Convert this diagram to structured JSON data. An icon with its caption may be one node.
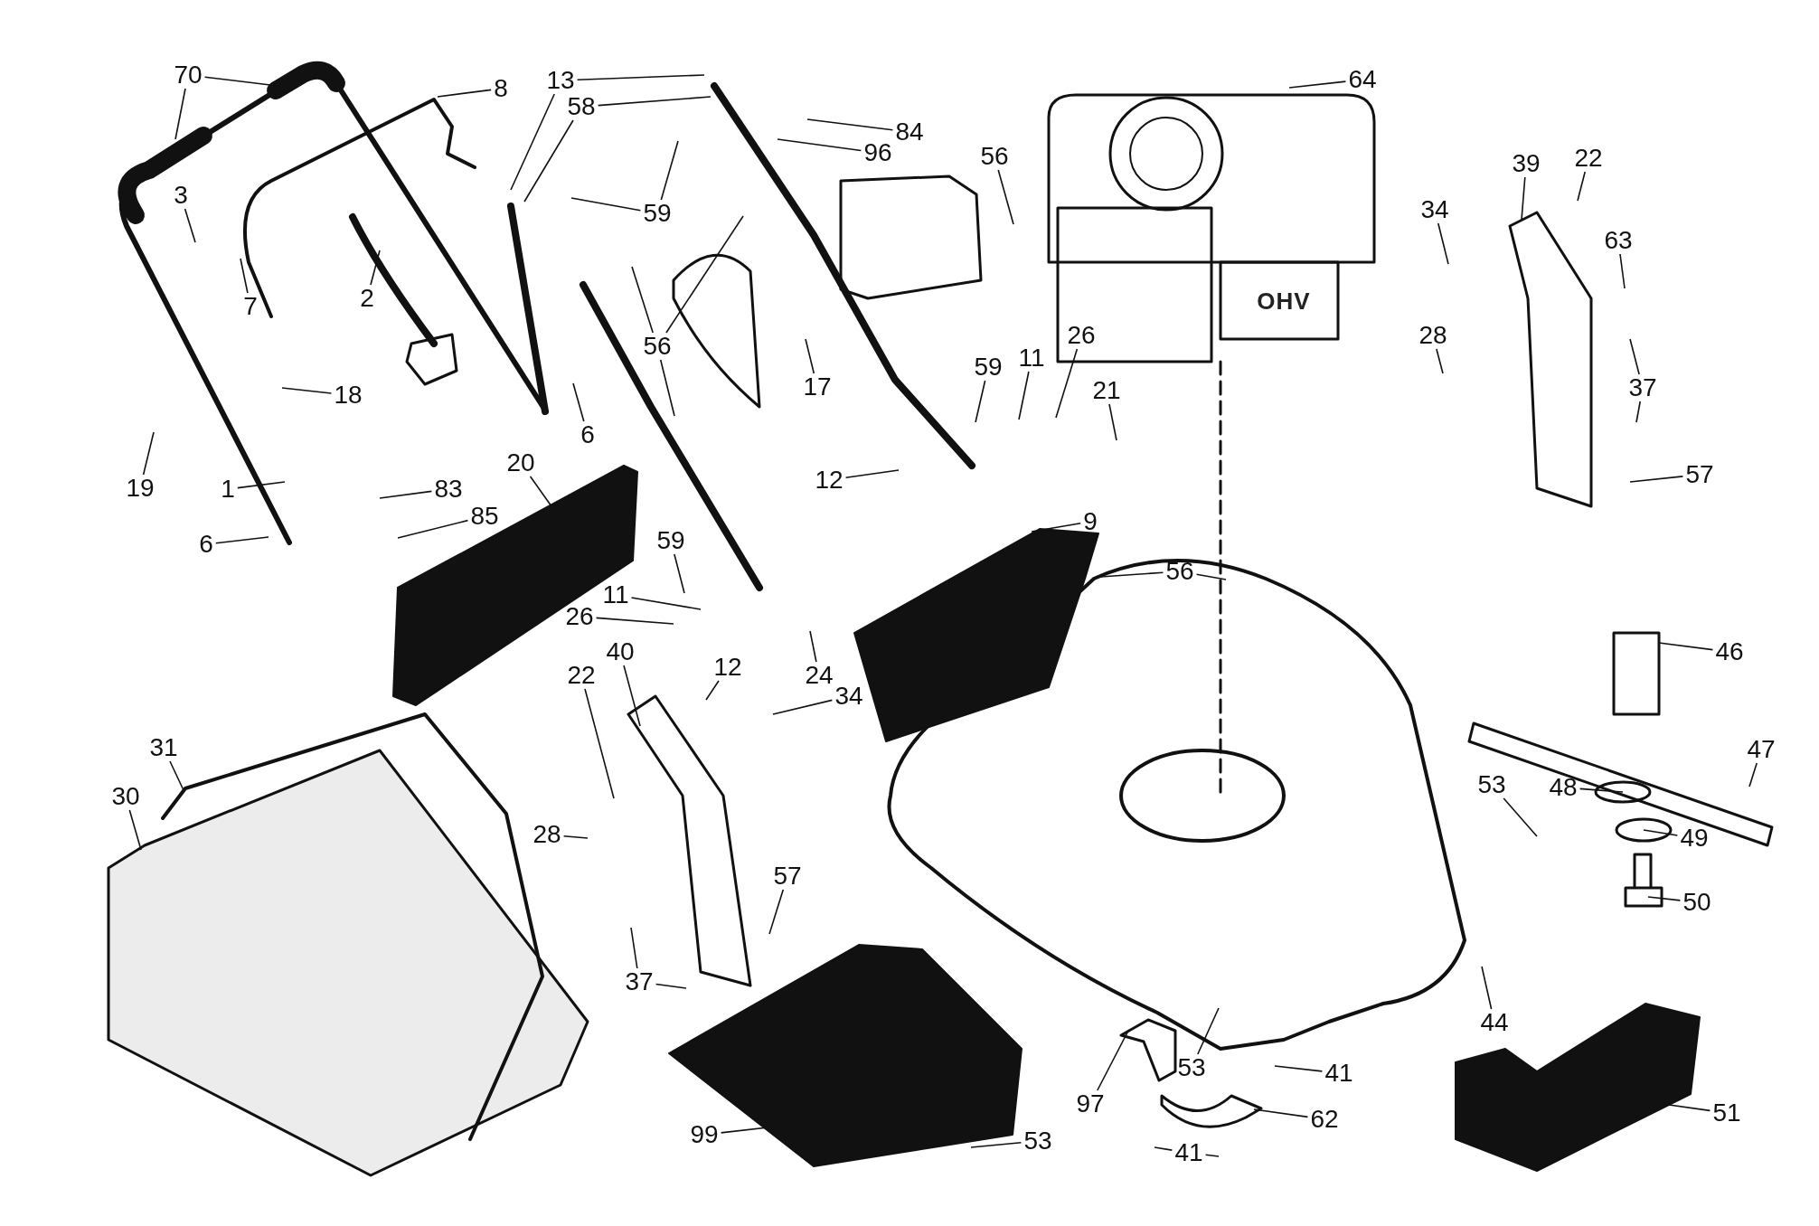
{
  "diagram": {
    "nodes": [
      {
        "text": [
          "70"
        ]
      },
      {
        "text": [
          "8"
        ]
      },
      {
        "text": [
          "13"
        ]
      },
      {
        "text": [
          "58"
        ]
      },
      {
        "text": [
          "64"
        ]
      },
      {
        "text": [
          "84"
        ]
      },
      {
        "text": [
          "96"
        ]
      },
      {
        "text": [
          "56"
        ]
      },
      {
        "text": [
          "39"
        ]
      },
      {
        "text": [
          "22"
        ]
      },
      {
        "text": [
          "3"
        ]
      },
      {
        "text": [
          "59"
        ]
      },
      {
        "text": [
          "34"
        ]
      },
      {
        "text": [
          "63"
        ]
      },
      {
        "text": [
          "2"
        ]
      },
      {
        "text": [
          "7"
        ]
      },
      {
        "text": [
          "56"
        ]
      },
      {
        "text": [
          "17"
        ]
      },
      {
        "text": [
          "28"
        ]
      },
      {
        "text": [
          "26"
        ]
      },
      {
        "text": [
          "11"
        ]
      },
      {
        "text": [
          "59"
        ]
      },
      {
        "text": [
          "21"
        ]
      },
      {
        "text": [
          "18"
        ]
      },
      {
        "text": [
          "37"
        ]
      },
      {
        "text": [
          "6"
        ]
      },
      {
        "text": [
          "20"
        ]
      },
      {
        "text": [
          "12"
        ]
      },
      {
        "text": [
          "57"
        ]
      },
      {
        "text": [
          "19"
        ]
      },
      {
        "text": [
          "1"
        ]
      },
      {
        "text": [
          "83"
        ]
      },
      {
        "text": [
          "85"
        ]
      },
      {
        "text": [
          "9"
        ]
      },
      {
        "text": [
          "59"
        ]
      },
      {
        "text": [
          "6"
        ]
      },
      {
        "text": [
          "56"
        ]
      },
      {
        "text": [
          "11"
        ]
      },
      {
        "text": [
          "26"
        ]
      },
      {
        "text": [
          "46"
        ]
      },
      {
        "text": [
          "40"
        ]
      },
      {
        "text": [
          "12"
        ]
      },
      {
        "text": [
          "22"
        ]
      },
      {
        "text": [
          "24"
        ]
      },
      {
        "text": [
          "34"
        ]
      },
      {
        "text": [
          "31"
        ]
      },
      {
        "text": [
          "47"
        ]
      },
      {
        "text": [
          "53"
        ]
      },
      {
        "text": [
          "48"
        ]
      },
      {
        "text": [
          "30"
        ]
      },
      {
        "text": [
          "28"
        ]
      },
      {
        "text": [
          "49"
        ]
      },
      {
        "text": [
          "57"
        ]
      },
      {
        "text": [
          "50"
        ]
      },
      {
        "text": [
          "37"
        ]
      },
      {
        "text": [
          "44"
        ]
      },
      {
        "text": [
          "53"
        ]
      },
      {
        "text": [
          "41"
        ]
      },
      {
        "text": [
          "97"
        ]
      },
      {
        "text": [
          "51"
        ]
      },
      {
        "text": [
          "62"
        ]
      },
      {
        "text": [
          "99"
        ]
      },
      {
        "text": [
          "53"
        ]
      },
      {
        "text": [
          "41"
        ]
      }
    ],
    "edges": [
      {
        "from": 0,
        "to": null,
        "arrow": "none"
      },
      {
        "from": 0,
        "to": null,
        "arrow": "none"
      },
      {
        "from": 1,
        "to": null,
        "arrow": "none"
      },
      {
        "from": 2,
        "to": null,
        "arrow": "none"
      },
      {
        "from": 2,
        "to": null,
        "arrow": "none"
      },
      {
        "from": 3,
        "to": null,
        "arrow": "none"
      },
      {
        "from": 3,
        "to": null,
        "arrow": "none"
      },
      {
        "from": 4,
        "to": null,
        "arrow": "none"
      },
      {
        "from": 5,
        "to": null,
        "arrow": "none"
      },
      {
        "from": 6,
        "to": null,
        "arrow": "none"
      },
      {
        "from": 7,
        "to": null,
        "arrow": "none"
      },
      {
        "from": 8,
        "to": null,
        "arrow": "none"
      },
      {
        "from": 9,
        "to": null,
        "arrow": "none"
      },
      {
        "from": 10,
        "to": null,
        "arrow": "none"
      },
      {
        "from": 11,
        "to": null,
        "arrow": "none"
      },
      {
        "from": 11,
        "to": null,
        "arrow": "none"
      },
      {
        "from": 12,
        "to": null,
        "arrow": "none"
      },
      {
        "from": 13,
        "to": null,
        "arrow": "none"
      },
      {
        "from": 14,
        "to": null,
        "arrow": "none"
      },
      {
        "from": 15,
        "to": null,
        "arrow": "none"
      },
      {
        "from": 16,
        "to": null,
        "arrow": "none"
      },
      {
        "from": 16,
        "to": null,
        "arrow": "none"
      },
      {
        "from": 16,
        "to": null,
        "arrow": "none"
      },
      {
        "from": 17,
        "to": null,
        "arrow": "none"
      },
      {
        "from": 18,
        "to": null,
        "arrow": "none"
      },
      {
        "from": 19,
        "to": null,
        "arrow": "none"
      },
      {
        "from": 20,
        "to": null,
        "arrow": "none"
      },
      {
        "from": 21,
        "to": null,
        "arrow": "none"
      },
      {
        "from": 22,
        "to": null,
        "arrow": "none"
      },
      {
        "from": 23,
        "to": null,
        "arrow": "none"
      },
      {
        "from": 24,
        "to": null,
        "arrow": "none"
      },
      {
        "from": 24,
        "to": null,
        "arrow": "none"
      },
      {
        "from": 25,
        "to": null,
        "arrow": "none"
      },
      {
        "from": 26,
        "to": null,
        "arrow": "none"
      },
      {
        "from": 27,
        "to": null,
        "arrow": "none"
      },
      {
        "from": 28,
        "to": null,
        "arrow": "none"
      },
      {
        "from": 29,
        "to": null,
        "arrow": "none"
      },
      {
        "from": 30,
        "to": null,
        "arrow": "none"
      },
      {
        "from": 31,
        "to": null,
        "arrow": "none"
      },
      {
        "from": 32,
        "to": null,
        "arrow": "none"
      },
      {
        "from": 33,
        "to": null,
        "arrow": "none"
      },
      {
        "from": 34,
        "to": null,
        "arrow": "none"
      },
      {
        "from": 35,
        "to": null,
        "arrow": "none"
      },
      {
        "from": 36,
        "to": null,
        "arrow": "none"
      },
      {
        "from": 36,
        "to": null,
        "arrow": "none"
      },
      {
        "from": 37,
        "to": null,
        "arrow": "none"
      },
      {
        "from": 38,
        "to": null,
        "arrow": "none"
      },
      {
        "from": 39,
        "to": null,
        "arrow": "none"
      },
      {
        "from": 40,
        "to": null,
        "arrow": "none"
      },
      {
        "from": 41,
        "to": null,
        "arrow": "none"
      },
      {
        "from": 42,
        "to": null,
        "arrow": "none"
      },
      {
        "from": 43,
        "to": null,
        "arrow": "none"
      },
      {
        "from": 44,
        "to": null,
        "arrow": "none"
      },
      {
        "from": 45,
        "to": null,
        "arrow": "none"
      },
      {
        "from": 46,
        "to": null,
        "arrow": "none"
      },
      {
        "from": 47,
        "to": null,
        "arrow": "none"
      },
      {
        "from": 48,
        "to": null,
        "arrow": "none"
      },
      {
        "from": 49,
        "to": null,
        "arrow": "none"
      },
      {
        "from": 50,
        "to": null,
        "arrow": "none"
      },
      {
        "from": 51,
        "to": null,
        "arrow": "none"
      },
      {
        "from": 52,
        "to": null,
        "arrow": "none"
      },
      {
        "from": 53,
        "to": null,
        "arrow": "none"
      },
      {
        "from": 54,
        "to": null,
        "arrow": "none"
      },
      {
        "from": 54,
        "to": null,
        "arrow": "none"
      },
      {
        "from": 55,
        "to": null,
        "arrow": "none"
      },
      {
        "from": 56,
        "to": null,
        "arrow": "none"
      },
      {
        "from": 57,
        "to": null,
        "arrow": "none"
      },
      {
        "from": 58,
        "to": null,
        "arrow": "none"
      },
      {
        "from": 59,
        "to": null,
        "arrow": "none"
      },
      {
        "from": 60,
        "to": null,
        "arrow": "none"
      },
      {
        "from": 61,
        "to": null,
        "arrow": "none"
      },
      {
        "from": 62,
        "to": null,
        "arrow": "none"
      },
      {
        "from": 63,
        "to": null,
        "arrow": "none"
      },
      {
        "from": 63,
        "to": null,
        "arrow": "none"
      }
    ],
    "labels": [
      "OHV"
    ]
  }
}
